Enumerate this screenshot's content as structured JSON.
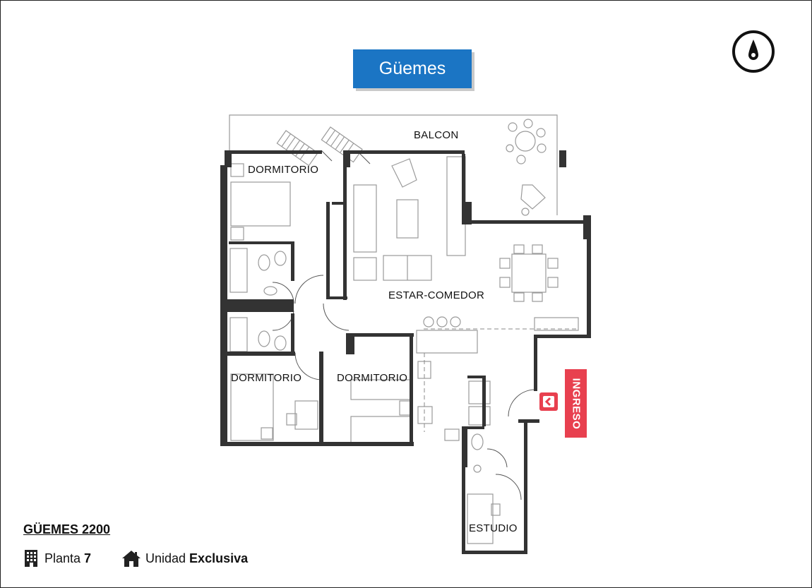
{
  "header": {
    "street_badge": "Güemes",
    "compass_icon": "compass-icon"
  },
  "rooms": {
    "balcon": "BALCON",
    "dormitorio_1": "DORMITORIO",
    "estar_comedor": "ESTAR-COMEDOR",
    "dormitorio_2": "DORMITORIO",
    "dormitorio_3": "DORMITORIO",
    "estudio": "ESTUDIO"
  },
  "entrance": {
    "label": "INGRESO",
    "icon": "entry-arrow-icon",
    "color": "#e8404f"
  },
  "footer": {
    "building_name": "GÜEMES 2200",
    "floor_label": "Planta",
    "floor_value": "7",
    "unit_label": "Unidad",
    "unit_value": "Exclusiva",
    "floor_icon": "building-icon",
    "unit_icon": "home-icon"
  },
  "colors": {
    "badge": "#1b75c4",
    "walls": "#333333",
    "furniture": "#9a9a9a"
  }
}
